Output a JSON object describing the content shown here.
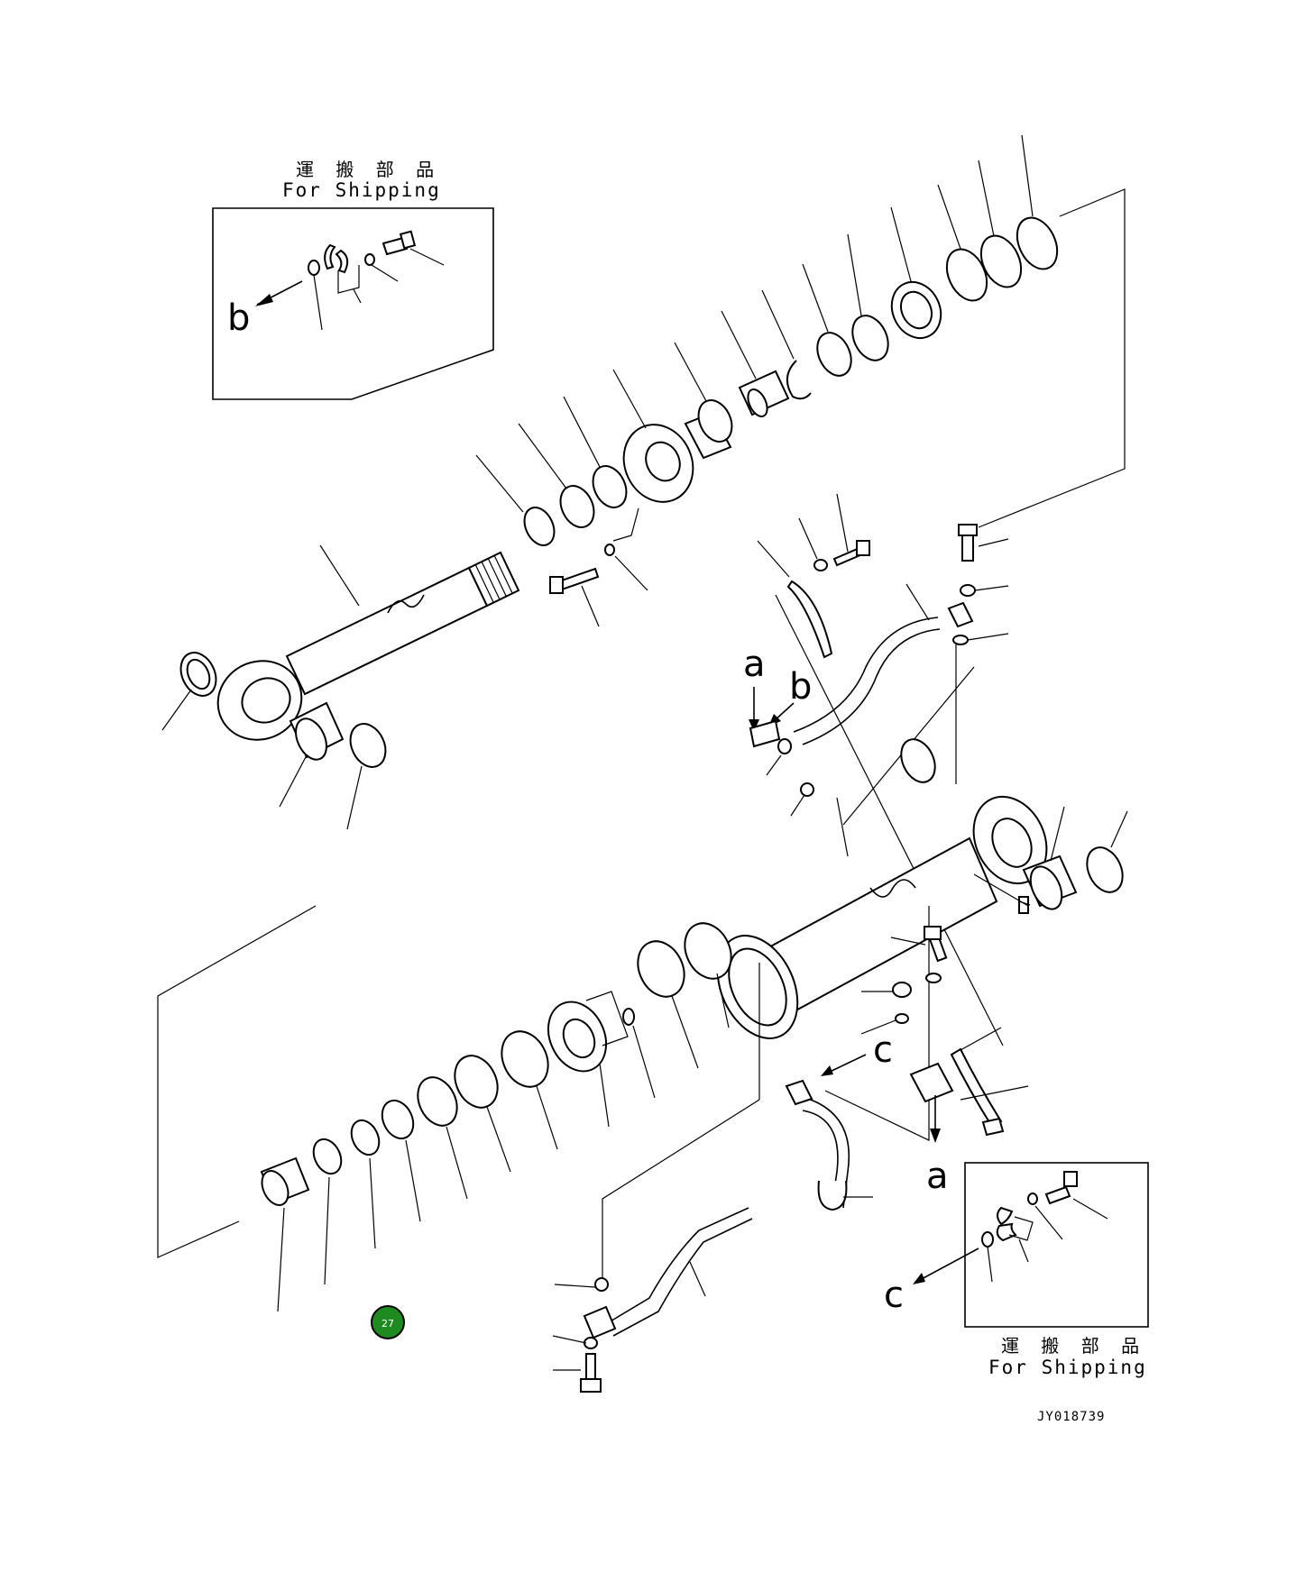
{
  "callouts": {
    "shipping_top": {
      "jp": "運 搬 部 品",
      "en": "For Shipping"
    },
    "shipping_bottom": {
      "jp": "運 搬 部 品",
      "en": "For Shipping"
    }
  },
  "ref_letters": {
    "b_top_box": "b",
    "a_upper": "a",
    "b_upper": "b",
    "c_mid": "c",
    "a_lower": "a",
    "c_bottom_box": "c"
  },
  "hotspot": {
    "label": "27",
    "color": "#1f8a1f"
  },
  "drawing_id": "JY018739"
}
